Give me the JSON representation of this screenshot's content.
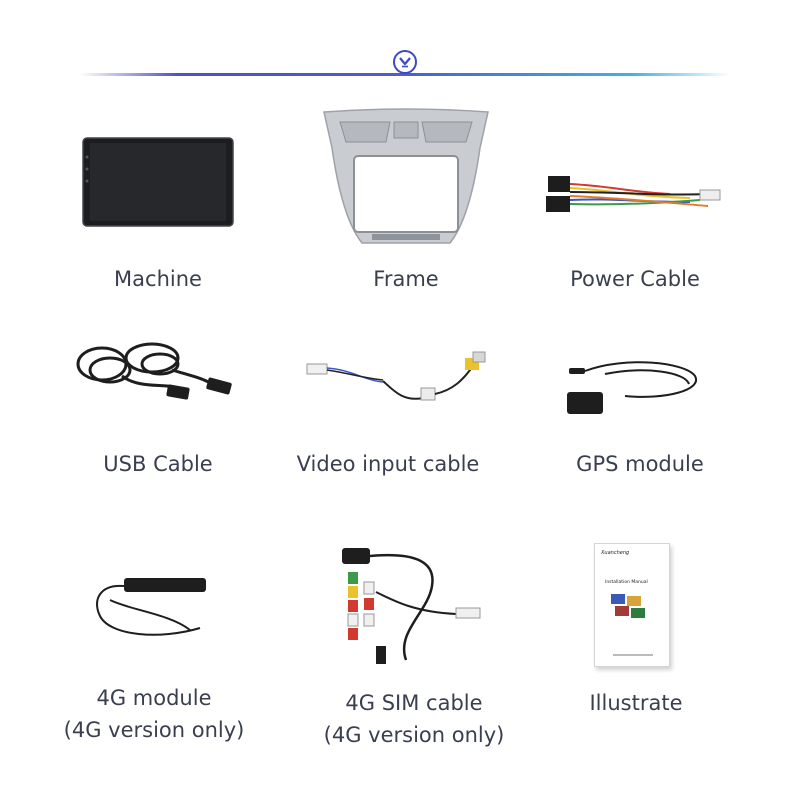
{
  "header": {
    "icon": "chevron-down-icon",
    "accent": "#3e49c4"
  },
  "items": [
    {
      "title": "Machine"
    },
    {
      "title": "Frame"
    },
    {
      "title": "Power Cable"
    },
    {
      "title": "USB Cable"
    },
    {
      "title": "Video input cable"
    },
    {
      "title": "GPS module"
    },
    {
      "title": "4G module",
      "note": "(4G version only)"
    },
    {
      "title": "4G SIM cable",
      "note": "(4G version only)"
    },
    {
      "title": "Illustrate"
    }
  ],
  "manual": {
    "brand": "Xuancheng",
    "title": "Installation Manual"
  }
}
